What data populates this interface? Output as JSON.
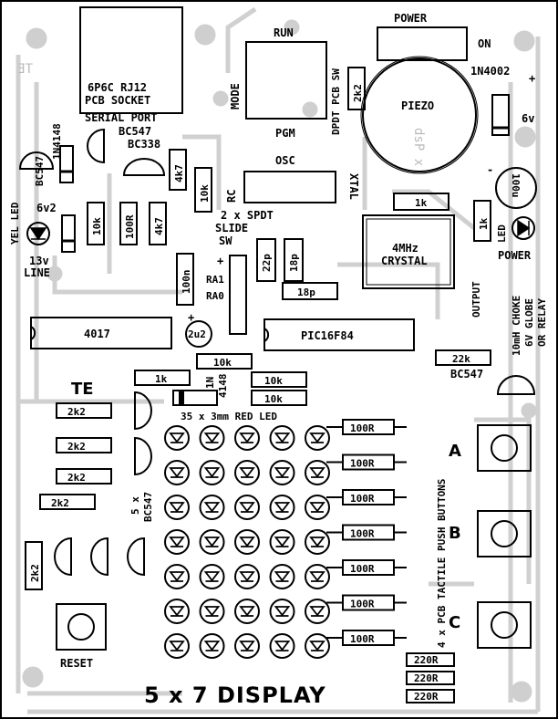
{
  "title": "5 x 7 DISPLAY",
  "logo": "TE",
  "logo_mirrored": "TE",
  "mirrored_label": "dsP x",
  "connector": {
    "line1": "6P6C RJ12",
    "line2": "PCB SOCKET",
    "caption": "SERIAL PORT"
  },
  "switches": {
    "run": "RUN",
    "pgm": "PGM",
    "mode": "MODE",
    "dpdt": "DPDT PCB SW",
    "slide": "2 x SPDT SLIDE SW",
    "slide_line1": "2 x SPDT",
    "slide_line2": "SLIDE",
    "slide_line3": "SW"
  },
  "power": {
    "label": "POWER",
    "on": "ON",
    "diode": "1N4002",
    "plus": "+",
    "minus": "-",
    "volt": "6v",
    "cap": "100u",
    "led": "LED",
    "led_label": "POWER"
  },
  "piezo": "PIEZO",
  "osc": {
    "label": "OSC",
    "rc": "RC",
    "xtal": "XTAL",
    "crystal1": "4MHz",
    "crystal2": "CRYSTAL"
  },
  "caps": {
    "c1": "22p",
    "c2": "18p",
    "c3": "18p",
    "c4": "100n",
    "c5": "2u2"
  },
  "ics": {
    "counter": "4017",
    "mcu": "PIC16F84"
  },
  "pins": {
    "ra1": "RA1",
    "ra0": "RA0",
    "plus": "+"
  },
  "transistors": {
    "bc547a": "BC547",
    "bc547b": "BC547",
    "bc338": "BC338",
    "bc547c": "BC547",
    "array": "5 x BC547",
    "array1": "5 x",
    "array2": "BC547"
  },
  "diodes": {
    "d1": "1N4148",
    "d2": "1N 4148",
    "d2a": "1N",
    "d2b": "4148"
  },
  "zener": {
    "v": "6v2",
    "led": "YEL LED",
    "line1": "13v",
    "line2": "LINE"
  },
  "resistors": {
    "top": [
      "10k",
      "100R",
      "4k7"
    ],
    "r4k7": "4k7",
    "r10k": "10k",
    "r2k2v": "2k2",
    "r1k_osc": "1k",
    "r1k_pwr": "1k",
    "r10k_mid": "10k",
    "r1k_mid": "1k",
    "r10k_a": "10k",
    "r10k_b": "10k",
    "r22k": "22k",
    "base": [
      "2k2",
      "2k2",
      "2k2",
      "2k2"
    ],
    "r2k2_low": "2k2",
    "rows": [
      "100R",
      "100R",
      "100R",
      "100R",
      "100R",
      "100R",
      "100R"
    ],
    "bottom": [
      "220R",
      "220R",
      "220R"
    ]
  },
  "output": {
    "line1": "OUTPUT",
    "line2": "10mH CHOKE",
    "line3": "6V GLOBE",
    "line4": "OR RELAY"
  },
  "matrix": {
    "label": "35 x 3mm RED LED",
    "cols": 5,
    "rows": 7
  },
  "buttons": {
    "caption": "4 x PCB TACTILE PUSH BUTTONS",
    "a": "A",
    "b": "B",
    "c": "C",
    "reset": "RESET"
  }
}
